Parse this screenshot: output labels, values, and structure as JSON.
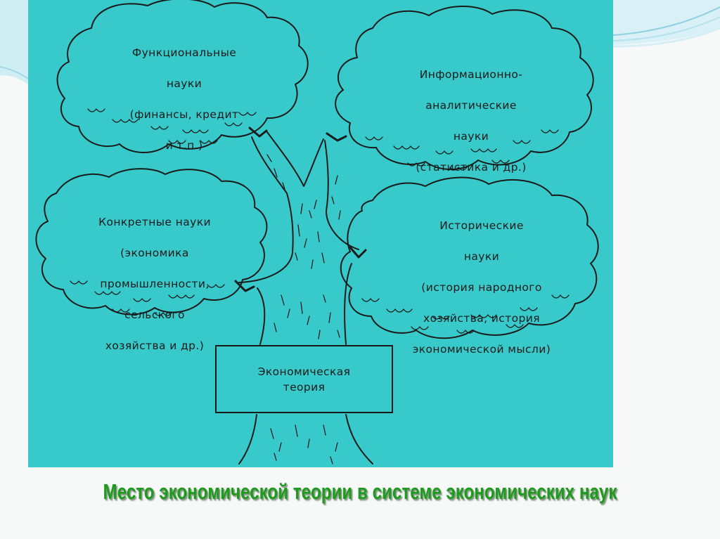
{
  "diagram": {
    "crowns": {
      "functional": {
        "lines": [
          "Функциональные",
          "науки",
          "(финансы, кредит",
          "и т.п.)"
        ]
      },
      "informational": {
        "lines": [
          "Информационно-",
          "аналитические",
          "науки",
          "(статистика и др.)"
        ]
      },
      "concrete": {
        "lines": [
          "Конкретные науки",
          "(экономика",
          "промышленности,",
          "сельского",
          "хозяйства и др.)"
        ]
      },
      "historical": {
        "lines": [
          "Исторические",
          "науки",
          "(история народного",
          "хозяйства, история",
          "экономической мысли)"
        ]
      }
    },
    "trunk_box": {
      "lines": [
        "Экономическая",
        "теория"
      ]
    }
  },
  "slide": {
    "caption": "Место экономической теории в системе экономических наук"
  },
  "colors": {
    "panel": "#38cacb",
    "ink": "#1a1a1a",
    "caption": "#1f9a1f",
    "background": "#f7f9f9",
    "swoosh": "#bfe6ef"
  }
}
